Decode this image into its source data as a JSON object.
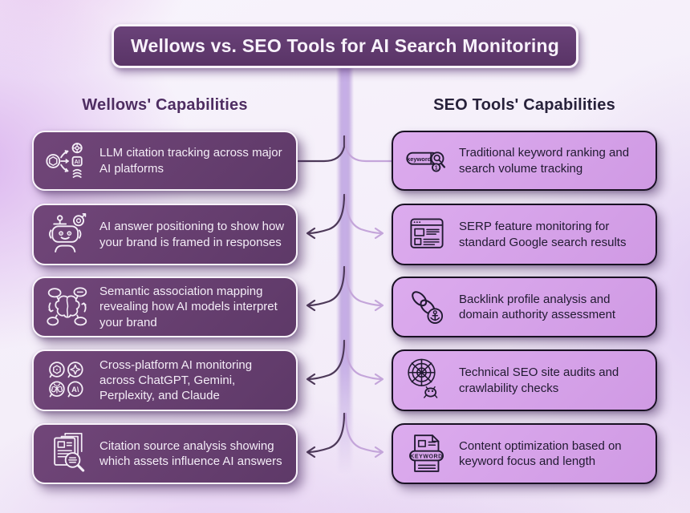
{
  "title": "Wellows vs. SEO Tools for AI Search Monitoring",
  "columns": {
    "left_header": "Wellows' Capabilities",
    "right_header": "SEO Tools' Capabilities"
  },
  "left_cards": [
    {
      "icon": "llm-citation-tracking-icon",
      "text": "LLM citation tracking across major AI platforms"
    },
    {
      "icon": "ai-answer-robot-icon",
      "text": "AI answer positioning to show how your brand is framed in responses"
    },
    {
      "icon": "semantic-brain-icon",
      "text": "Semantic association mapping revealing how AI models interpret your brand"
    },
    {
      "icon": "cross-platform-chat-icon",
      "text": "Cross-platform AI monitoring across ChatGPT, Gemini, Perplexity, and Claude"
    },
    {
      "icon": "citation-source-magnifier-icon",
      "text": "Citation source analysis showing which assets influence AI answers"
    }
  ],
  "right_cards": [
    {
      "icon": "keyword-search-icon",
      "text": "Traditional keyword ranking and search volume tracking"
    },
    {
      "icon": "serp-window-icon",
      "text": "SERP feature monitoring for standard Google search results"
    },
    {
      "icon": "backlink-chain-anchor-icon",
      "text": "Backlink profile analysis and domain authority assessment"
    },
    {
      "icon": "spider-web-crawler-icon",
      "text": "Technical SEO site audits and crawlability checks"
    },
    {
      "icon": "keyword-document-icon",
      "text": "Content optimization based on keyword focus and length"
    }
  ],
  "icon_labels": {
    "ai_box": "AI",
    "claude_glyph": "A\\",
    "keyword_pill": "keyword",
    "rank_badge": "1",
    "keyword_doc_pill": "KEYWORD"
  },
  "colors": {
    "title_bg": "#613b6e",
    "left_card_bg": "#684070",
    "right_card_bg": "#d7a4ea",
    "left_header_text": "#4e2d62",
    "right_header_text": "#27213a",
    "left_connector": "#4d3959",
    "right_connector": "#c4a5da",
    "spine": "#a884da"
  }
}
